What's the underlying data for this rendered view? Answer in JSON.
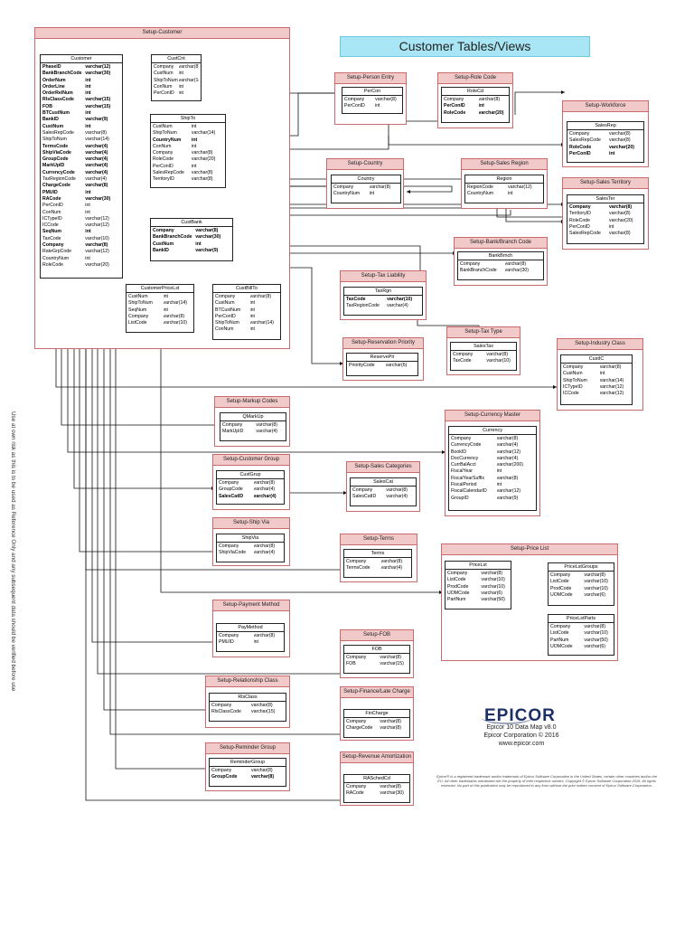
{
  "page": {
    "title": "Customer Tables/Views",
    "side_note": "Use at own risk as this is to be used as Reference Only and any subsequent data should be verified before use",
    "logo_text": "EPICOR",
    "credits": [
      "Epicor 10 Data Map v8.0",
      "Epicor Corporation © 2016",
      "www.epicor.com"
    ],
    "legal": "Epicor® is a registered trademark and/or trademark of Epicor Software Corporation in the United States, certain other countries and/or the EU. All other trademarks mentioned are the property of their respective owners. Copyright © Epicor Software Corporation 2016. All rights reserved. No part of this publication may be reproduced in any form without the prior written consent of Epicor Software Corporation."
  },
  "groups": [
    {
      "id": "g_customer",
      "label": "Setup-Customer"
    },
    {
      "id": "g_person",
      "label": "Setup-Person Entry"
    },
    {
      "id": "g_role",
      "label": "Setup-Role Code"
    },
    {
      "id": "g_workforce",
      "label": "Setup-Workforce"
    },
    {
      "id": "g_country",
      "label": "Setup-Country"
    },
    {
      "id": "g_salesregion",
      "label": "Setup-Sales Region"
    },
    {
      "id": "g_territory",
      "label": "Setup-Sales Territory"
    },
    {
      "id": "g_bank",
      "label": "Setup-Bank/Branch Code"
    },
    {
      "id": "g_taxliab",
      "label": "Setup-Tax Liability"
    },
    {
      "id": "g_taxtype",
      "label": "Setup-Tax Type"
    },
    {
      "id": "g_reserv",
      "label": "Setup-Reservation Priority"
    },
    {
      "id": "g_industry",
      "label": "Setup-Industry Class"
    },
    {
      "id": "g_markup",
      "label": "Setup-Markup Codes"
    },
    {
      "id": "g_currency",
      "label": "Setup-Currency Master"
    },
    {
      "id": "g_custgroup",
      "label": "Setup-Customer Group"
    },
    {
      "id": "g_salescat",
      "label": "Setup-Sales Categories"
    },
    {
      "id": "g_shipvia",
      "label": "Setup-Ship Via"
    },
    {
      "id": "g_terms",
      "label": "Setup-Terms"
    },
    {
      "id": "g_pricelist",
      "label": "Setup-Price List"
    },
    {
      "id": "g_payment",
      "label": "Setup-Payment Method"
    },
    {
      "id": "g_fob",
      "label": "Setup-FOB"
    },
    {
      "id": "g_relclass",
      "label": "Setup-Relationship Class"
    },
    {
      "id": "g_finance",
      "label": "Setup-Finance/Late Charge"
    },
    {
      "id": "g_remind",
      "label": "Setup-Reminder Group"
    },
    {
      "id": "g_revenue",
      "label": "Setup-Revenue Amortization"
    }
  ],
  "tables": [
    {
      "id": "customer",
      "name": "Customer",
      "rows": [
        [
          "PhaseID",
          "varchar(12)",
          1
        ],
        [
          "BankBranchCode",
          "varchar(30)",
          1
        ],
        [
          "OrderNum",
          "int",
          1
        ],
        [
          "OrderLine",
          "int",
          1
        ],
        [
          "OrderRelNum",
          "int",
          1
        ],
        [
          "RlsClassCode",
          "varchar(15)",
          1
        ],
        [
          "FOB",
          "varchar(15)",
          1
        ],
        [
          "BTCustNum",
          "int",
          1
        ],
        [
          "BankID",
          "varchar(9)",
          1
        ],
        [
          "CustNum",
          "int",
          1
        ],
        [
          "SalesRepCode",
          "varchar(8)",
          0
        ],
        [
          "ShipToNum",
          "varchar(14)",
          0
        ],
        [
          "TermsCode",
          "varchar(4)",
          1
        ],
        [
          "ShipViaCode",
          "varchar(4)",
          1
        ],
        [
          "GroupCode",
          "varchar(4)",
          1
        ],
        [
          "MarkUpID",
          "varchar(4)",
          1
        ],
        [
          "CurrencyCode",
          "varchar(4)",
          1
        ],
        [
          "TaxRegionCode",
          "varchar(4)",
          0
        ],
        [
          "ChargeCode",
          "varchar(8)",
          1
        ],
        [
          "PMUID",
          "int",
          1
        ],
        [
          "RACode",
          "varchar(30)",
          1
        ],
        [
          "PerConID",
          "int",
          0
        ],
        [
          "ConNum",
          "int",
          0
        ],
        [
          "ICTypeID",
          "varchar(12)",
          0
        ],
        [
          "ICCode",
          "varchar(12)",
          0
        ],
        [
          "SeqNum",
          "int",
          1
        ],
        [
          "TaxCode",
          "varchar(10)",
          0
        ],
        [
          "Company",
          "varchar(8)",
          1
        ],
        [
          "RateGrpCode",
          "varchar(12)",
          0
        ],
        [
          "CountryNum",
          "int",
          0
        ],
        [
          "RoleCode",
          "varchar(20)",
          0
        ]
      ]
    },
    {
      "id": "custcnt",
      "name": "CustCnt",
      "rows": [
        [
          "Company",
          "varchar(8)",
          0
        ],
        [
          "CustNum",
          "int",
          0
        ],
        [
          "ShipToNum",
          "varchar(14)",
          0
        ],
        [
          "ConNum",
          "int",
          0
        ],
        [
          "PerConID",
          "int",
          0
        ]
      ]
    },
    {
      "id": "shipto",
      "name": "ShipTo",
      "rows": [
        [
          "CustNum",
          "int",
          0
        ],
        [
          "ShipToNum",
          "varchar(14)",
          0
        ],
        [
          "CountryNum",
          "int",
          1
        ],
        [
          "ConNum",
          "int",
          0
        ],
        [
          "Company",
          "varchar(8)",
          0
        ],
        [
          "RoleCode",
          "varchar(20)",
          0
        ],
        [
          "PerConID",
          "int",
          0
        ],
        [
          "SalesRepCode",
          "varchar(8)",
          0
        ],
        [
          "TerritoryID",
          "varchar(8)",
          0
        ]
      ]
    },
    {
      "id": "custbank",
      "name": "CustBank",
      "rows": [
        [
          "Company",
          "varchar(8)",
          1
        ],
        [
          "BankBranchCode",
          "varchar(30)",
          1
        ],
        [
          "CustNum",
          "int",
          1
        ],
        [
          "BankID",
          "varchar(9)",
          1
        ]
      ]
    },
    {
      "id": "custpricelst",
      "name": "CustomerPriceLst",
      "rows": [
        [
          "CustNum",
          "int",
          0
        ],
        [
          "ShipToNum",
          "varchar(14)",
          0
        ],
        [
          "SeqNum",
          "int",
          0
        ],
        [
          "Company",
          "varchar(8)",
          0
        ],
        [
          "ListCode",
          "varchar(10)",
          0
        ]
      ]
    },
    {
      "id": "custbillto",
      "name": "CustBillTo",
      "rows": [
        [
          "Company",
          "varchar(8)",
          0
        ],
        [
          "CustNum",
          "int",
          0
        ],
        [
          "BTCustNum",
          "int",
          0
        ],
        [
          "PerConID",
          "int",
          0
        ],
        [
          "ShipToNum",
          "varchar(14)",
          0
        ],
        [
          "ConNum",
          "int",
          0
        ]
      ]
    },
    {
      "id": "percon",
      "name": "PerCon",
      "rows": [
        [
          "Company",
          "varchar(8)",
          0
        ],
        [
          "PerConID",
          "int",
          0
        ]
      ]
    },
    {
      "id": "rolecd",
      "name": "RoleCd",
      "rows": [
        [
          "Company",
          "varchar(8)",
          0
        ],
        [
          "PerConID",
          "int",
          1
        ],
        [
          "RoleCode",
          "varchar(20)",
          1
        ]
      ]
    },
    {
      "id": "salesrep",
      "name": "SalesRep",
      "rows": [
        [
          "Company",
          "varchar(8)",
          0
        ],
        [
          "SalesRepCode",
          "varchar(8)",
          0
        ],
        [
          "RoleCode",
          "varchar(20)",
          1
        ],
        [
          "PerConID",
          "int",
          1
        ]
      ]
    },
    {
      "id": "country",
      "name": "Country",
      "rows": [
        [
          "Company",
          "varchar(8)",
          0
        ],
        [
          "CountryNum",
          "int",
          0
        ]
      ]
    },
    {
      "id": "region",
      "name": "Region",
      "rows": [
        [
          "RegionCode",
          "varchar(12)",
          0
        ],
        [
          "CountryNum",
          "int",
          0
        ]
      ]
    },
    {
      "id": "salester",
      "name": "SalesTer",
      "rows": [
        [
          "Company",
          "varchar(8)",
          1
        ],
        [
          "TerritoryID",
          "varchar(8)",
          0
        ],
        [
          "RoleCode",
          "varchar(20)",
          0
        ],
        [
          "PerConID",
          "int",
          0
        ],
        [
          "SalesRepCode",
          "varchar(8)",
          0
        ]
      ]
    },
    {
      "id": "bankbrnch",
      "name": "BankBrnch",
      "rows": [
        [
          "Company",
          "varchar(8)",
          0
        ],
        [
          "BankBranchCode",
          "varchar(30)",
          0
        ]
      ]
    },
    {
      "id": "taxrgn",
      "name": "TaxRgn",
      "rows": [
        [
          "TaxCode",
          "varchar(10)",
          1
        ],
        [
          "TaxRegionCode",
          "varchar(4)",
          0
        ]
      ]
    },
    {
      "id": "salestax",
      "name": "SalesTax",
      "rows": [
        [
          "Company",
          "varchar(8)",
          0
        ],
        [
          "TaxCode",
          "varchar(10)",
          0
        ]
      ]
    },
    {
      "id": "reservepri",
      "name": "ReservePri",
      "rows": [
        [
          "PriorityCode",
          "varchar(6)",
          0
        ]
      ]
    },
    {
      "id": "custic",
      "name": "CustIC",
      "rows": [
        [
          "Company",
          "varchar(8)",
          0
        ],
        [
          "CustNum",
          "int",
          0
        ],
        [
          "ShipToNum",
          "varchar(14)",
          0
        ],
        [
          "ICTypeID",
          "varchar(12)",
          0
        ],
        [
          "ICCode",
          "varchar(12)",
          0
        ]
      ]
    },
    {
      "id": "qmarkup",
      "name": "QMarkUp",
      "rows": [
        [
          "Company",
          "varchar(8)",
          0
        ],
        [
          "MarkUpID",
          "varchar(4)",
          0
        ]
      ]
    },
    {
      "id": "currency",
      "name": "Currency",
      "rows": [
        [
          "Company",
          "varchar(8)",
          0
        ],
        [
          "CurrencyCode",
          "varchar(4)",
          0
        ],
        [
          "BookID",
          "varchar(12)",
          0
        ],
        [
          "DocCurrency",
          "varchar(4)",
          0
        ],
        [
          "CurrBalAcct",
          "varchar(200)",
          0
        ],
        [
          "FiscalYear",
          "int",
          0
        ],
        [
          "FiscalYearSuffix",
          "varchar(8)",
          0
        ],
        [
          "FiscalPeriod",
          "int",
          0
        ],
        [
          "FiscalCalendarID",
          "varchar(12)",
          0
        ],
        [
          "GroupID",
          "varchar(9)",
          0
        ]
      ]
    },
    {
      "id": "custgrup",
      "name": "CustGrup",
      "rows": [
        [
          "Company",
          "varchar(8)",
          0
        ],
        [
          "GroupCode",
          "varchar(4)",
          0
        ],
        [
          "SalesCatID",
          "varchar(4)",
          1
        ]
      ]
    },
    {
      "id": "salescat",
      "name": "SalesCat",
      "rows": [
        [
          "Company",
          "varchar(8)",
          0
        ],
        [
          "SalesCatID",
          "varchar(4)",
          0
        ]
      ]
    },
    {
      "id": "shipvia",
      "name": "ShipVia",
      "rows": [
        [
          "Company",
          "varchar(8)",
          0
        ],
        [
          "ShipViaCode",
          "varchar(4)",
          0
        ]
      ]
    },
    {
      "id": "terms",
      "name": "Terms",
      "rows": [
        [
          "Company",
          "varchar(8)",
          0
        ],
        [
          "TermsCode",
          "varchar(4)",
          0
        ]
      ]
    },
    {
      "id": "pricelst",
      "name": "PriceLst",
      "rows": [
        [
          "Company",
          "varchar(8)",
          0
        ],
        [
          "ListCode",
          "varchar(10)",
          0
        ],
        [
          "ProdCode",
          "varchar(10)",
          0
        ],
        [
          "UOMCode",
          "varchar(6)",
          0
        ],
        [
          "PartNum",
          "varchar(50)",
          0
        ]
      ]
    },
    {
      "id": "pricelstgroups",
      "name": "PriceLstGroups",
      "rows": [
        [
          "Company",
          "varchar(8)",
          0
        ],
        [
          "ListCode",
          "varchar(10)",
          0
        ],
        [
          "ProdCode",
          "varchar(10)",
          0
        ],
        [
          "UOMCode",
          "varchar(6)",
          0
        ]
      ]
    },
    {
      "id": "pricelstparts",
      "name": "PriceLstParts",
      "rows": [
        [
          "Company",
          "varchar(8)",
          0
        ],
        [
          "ListCode",
          "varchar(10)",
          0
        ],
        [
          "PartNum",
          "varchar(50)",
          0
        ],
        [
          "UOMCode",
          "varchar(6)",
          0
        ]
      ]
    },
    {
      "id": "paymethod",
      "name": "PayMethod",
      "rows": [
        [
          "Company",
          "varchar(8)",
          0
        ],
        [
          "PMUID",
          "int",
          0
        ]
      ]
    },
    {
      "id": "fob",
      "name": "FOB",
      "rows": [
        [
          "Company",
          "varchar(8)",
          0
        ],
        [
          "FOB",
          "varchar(15)",
          0
        ]
      ]
    },
    {
      "id": "rlsclass",
      "name": "RlsClass",
      "rows": [
        [
          "Company",
          "varchar(8)",
          0
        ],
        [
          "RlsClassCode",
          "varchar(15)",
          0
        ]
      ]
    },
    {
      "id": "fincharge",
      "name": "FinCharge",
      "rows": [
        [
          "Company",
          "varchar(8)",
          0
        ],
        [
          "ChargeCode",
          "varchar(8)",
          0
        ]
      ]
    },
    {
      "id": "remindergroup",
      "name": "ReminderGroup",
      "rows": [
        [
          "Company",
          "varchar(8)",
          0
        ],
        [
          "GroupCode",
          "varchar(8)",
          1
        ]
      ]
    },
    {
      "id": "raschedcd",
      "name": "RASchedCd",
      "rows": [
        [
          "Company",
          "varchar(8)",
          0
        ],
        [
          "RACode",
          "varchar(30)",
          0
        ]
      ]
    }
  ]
}
